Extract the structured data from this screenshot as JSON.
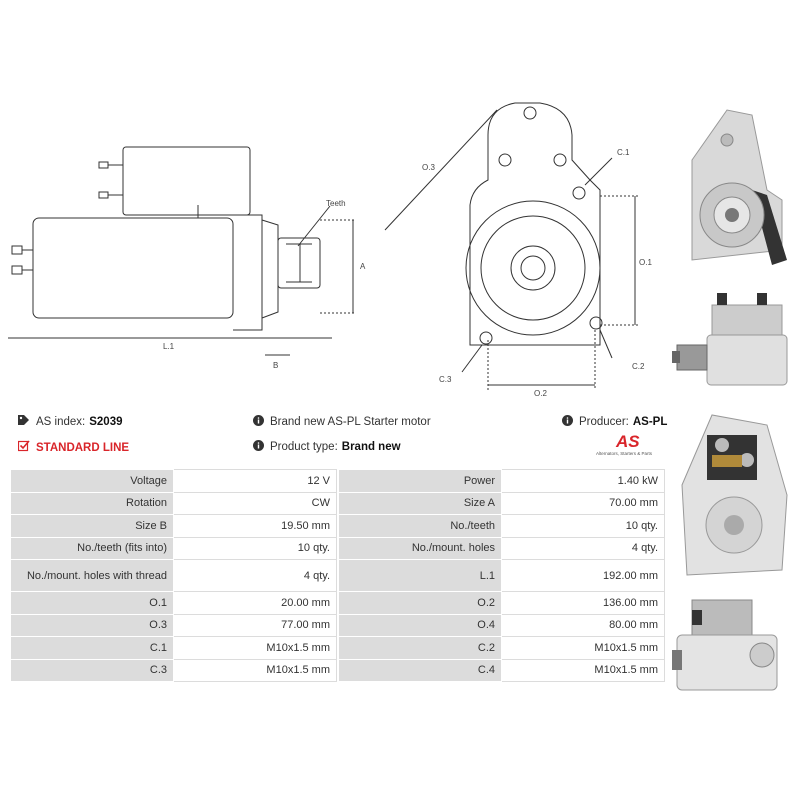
{
  "drawing_labels": {
    "teeth": "Teeth",
    "a": "A",
    "b": "B",
    "l1": "L.1",
    "o3": "O.3",
    "c1": "C.1",
    "o1": "O.1",
    "c2": "C.2",
    "c3": "C.3",
    "o2": "O.2"
  },
  "info": {
    "as_index_label": "AS index:",
    "as_index_value": "S2039",
    "desc_label": "Brand new AS-PL Starter motor",
    "producer_label": "Producer:",
    "producer_value": "AS-PL",
    "standard_line": "STANDARD LINE",
    "product_type_label": "Product type:",
    "product_type_value": "Brand new"
  },
  "logo": {
    "text": "AS",
    "tagline": "Alternators, Starters & Parts",
    "color": "#d9252a"
  },
  "specs": [
    [
      "Voltage",
      "12 V",
      "Power",
      "1.40 kW"
    ],
    [
      "Rotation",
      "CW",
      "Size A",
      "70.00 mm"
    ],
    [
      "Size B",
      "19.50 mm",
      "No./teeth",
      "10 qty."
    ],
    [
      "No./teeth (fits into)",
      "10 qty.",
      "No./mount. holes",
      "4 qty."
    ],
    [
      "No./mount. holes with thread",
      "4 qty.",
      "L.1",
      "192.00 mm"
    ],
    [
      "O.1",
      "20.00 mm",
      "O.2",
      "136.00 mm"
    ],
    [
      "O.3",
      "77.00 mm",
      "O.4",
      "80.00 mm"
    ],
    [
      "C.1",
      "M10x1.5 mm",
      "C.2",
      "M10x1.5 mm"
    ],
    [
      "C.3",
      "M10x1.5 mm",
      "C.4",
      "M10x1.5 mm"
    ]
  ]
}
